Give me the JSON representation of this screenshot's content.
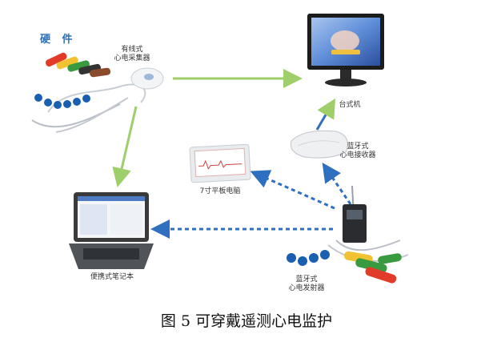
{
  "heading": "硬 件",
  "devices": {
    "wired_collector": [
      "有线式",
      "心电采集器"
    ],
    "desktop": "台式机",
    "bt_receiver": [
      "蓝牙式",
      "心电接收器"
    ],
    "tablet": "7寸平板电脑",
    "laptop": "便携式笔记本",
    "bt_transmitter": [
      "蓝牙式",
      "心电发射器"
    ]
  },
  "caption": "图 5  可穿戴遥测心电监护",
  "colors": {
    "wired_link": "#9fcf6a",
    "bluetooth_link": "#2f6fc0",
    "heading": "#2d6fb8"
  },
  "links": [
    {
      "from": "wired_collector",
      "to": "desktop",
      "style": "solid"
    },
    {
      "from": "wired_collector",
      "to": "laptop",
      "style": "solid"
    },
    {
      "from": "bt_receiver",
      "to": "desktop",
      "style": "solid"
    },
    {
      "from": "bt_transmitter",
      "to": "bt_receiver",
      "style": "dashed"
    },
    {
      "from": "bt_transmitter",
      "to": "tablet",
      "style": "dashed"
    },
    {
      "from": "bt_transmitter",
      "to": "laptop",
      "style": "dashed"
    }
  ]
}
